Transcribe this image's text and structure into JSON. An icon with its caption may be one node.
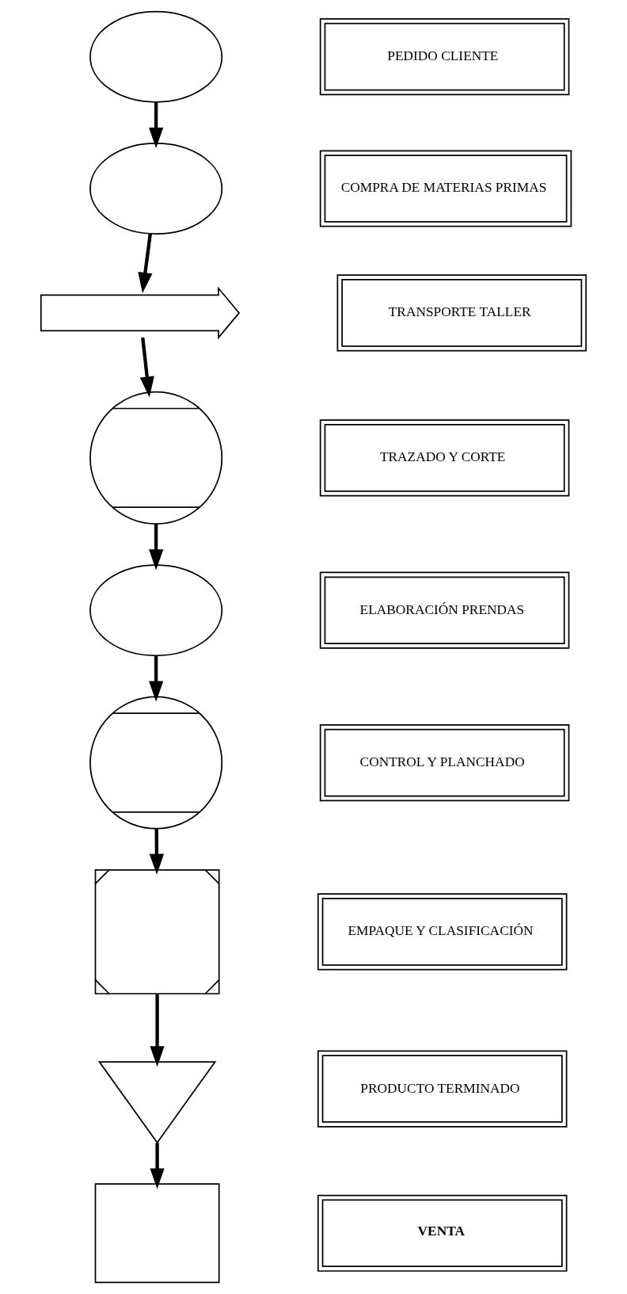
{
  "diagram": {
    "nodes": [
      {
        "text": [],
        "shape": "circle"
      },
      {
        "text": [
          "PEDIDO CLIENTE"
        ]
      },
      {
        "text": [],
        "shape": "circle"
      },
      {
        "text": [
          "COMPRA DE MATERIAS PRIMAS"
        ]
      },
      {
        "text": [],
        "shape": "arrow"
      },
      {
        "text": [
          "TRANSPORTE TALLER"
        ]
      },
      {
        "text": [],
        "shape": "circlebox"
      },
      {
        "text": [
          "TRAZADO Y CORTE"
        ]
      },
      {
        "text": [],
        "shape": "circle"
      },
      {
        "text": [
          "ELABORACIÓN PRENDAS"
        ]
      },
      {
        "text": [],
        "shape": "circlebox"
      },
      {
        "text": [
          "CONTROL Y PLANCHADO"
        ]
      },
      {
        "text": [],
        "shape": "trianglebox"
      },
      {
        "text": [
          "EMPAQUE Y CLASIFICACIÓN"
        ]
      },
      {
        "text": [],
        "shape": "triangle"
      },
      {
        "text": [
          "PRODUCTO TERMINADO"
        ]
      },
      {
        "text": [],
        "shape": "box"
      },
      {
        "text": [
          "VENTA"
        ]
      }
    ],
    "edges": [
      {
        "from": 0,
        "to": 2,
        "arrow": "to"
      },
      {
        "from": 2,
        "to": 4,
        "arrow": "to"
      },
      {
        "from": 4,
        "to": 6,
        "arrow": "to"
      },
      {
        "from": 6,
        "to": 8,
        "arrow": "to"
      },
      {
        "from": 8,
        "to": 10,
        "arrow": "to"
      },
      {
        "from": 10,
        "to": 12,
        "arrow": "to"
      },
      {
        "from": 12,
        "to": 14,
        "arrow": "to"
      },
      {
        "from": 14,
        "to": 16,
        "arrow": "to"
      }
    ]
  }
}
